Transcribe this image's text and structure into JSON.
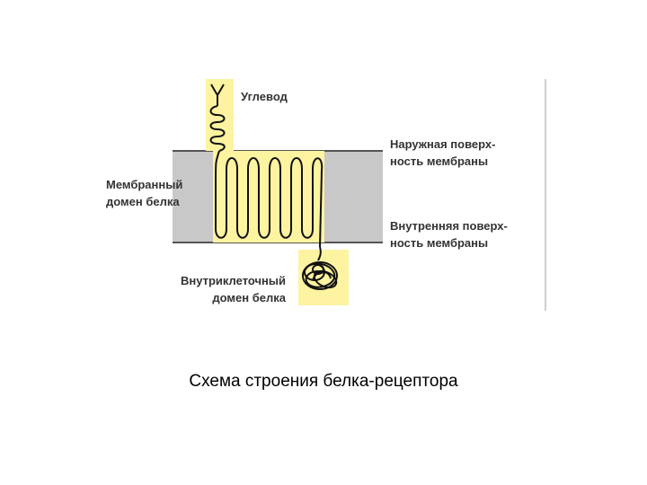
{
  "labels": {
    "carbohydrate": "Углевод",
    "outer_surface": [
      "Наружная поверх-",
      "ность мембраны"
    ],
    "inner_surface": [
      "Внутренняя поверх-",
      "ность мембраны"
    ],
    "membrane_domain": [
      "Мембранный",
      "домен белка"
    ],
    "intracellular_domain": [
      "Внутриклеточный",
      "домен белка"
    ]
  },
  "caption": "Схема строения белка-рецептора",
  "colors": {
    "membrane": "#c8c8c8",
    "highlight": "#fdf3a0",
    "chain": "#111111",
    "label_text": "#333333"
  }
}
